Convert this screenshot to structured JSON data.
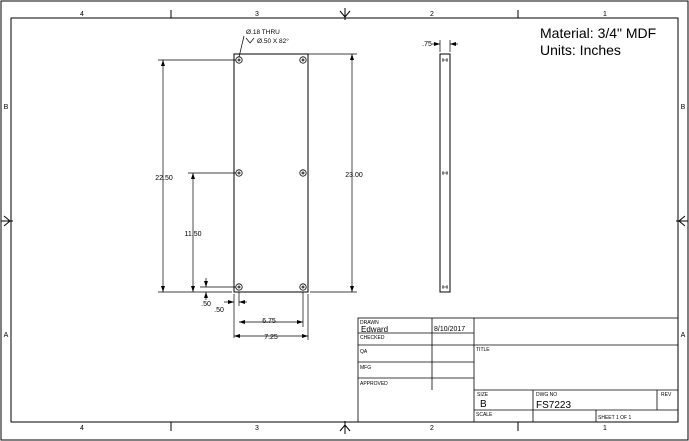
{
  "border": {
    "zones_top": [
      "4",
      "3",
      "2",
      "1"
    ],
    "zones_bottom": [
      "4",
      "3",
      "2",
      "1"
    ],
    "zones_left": [
      "B",
      "A"
    ],
    "zones_right": [
      "B",
      "A"
    ]
  },
  "notes": {
    "material": "Material: 3/4\" MDF",
    "units": "Units: Inches"
  },
  "hole_callout": {
    "line1": "Ø.18 THRU",
    "line2": "Ø.50 X 82°"
  },
  "dimensions": {
    "thickness": ".75",
    "overall_height_left": "22.50",
    "overall_height_right": "23.00",
    "mid_hole": "11.50",
    "bottom_offset": ".50",
    "left_offset": ".50",
    "hole_spacing": "6.75",
    "overall_width": "7.25"
  },
  "title_block": {
    "drawn_label": "DRAWN",
    "drawn_by": "Edward",
    "drawn_date": "8/10/2017",
    "checked_label": "CHECKED",
    "qa_label": "QA",
    "mfg_label": "MFG",
    "approved_label": "APPROVED",
    "title_label": "TITLE",
    "size_label": "SIZE",
    "size_value": "B",
    "dwg_no_label": "DWG NO",
    "dwg_no_value": "FS7223",
    "rev_label": "REV",
    "scale_label": "SCALE",
    "sheet_label": "SHEET 1  OF 1"
  }
}
